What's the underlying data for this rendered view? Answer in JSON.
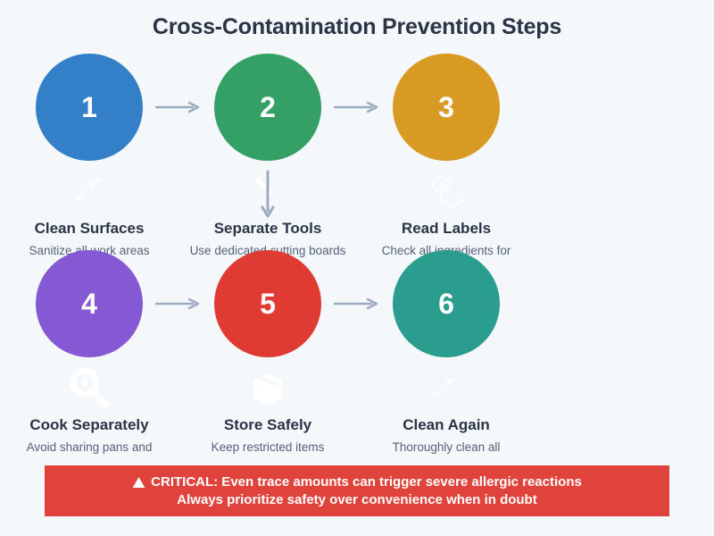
{
  "page": {
    "title": "Cross-Contamination Prevention Steps",
    "background_color": "#f4f8fb",
    "title_color": "#2b3445"
  },
  "steps": [
    {
      "number": "1",
      "title": "Clean Surfaces",
      "description": "Sanitize all work areas",
      "color": "#3480c8",
      "icon": "sparkle-icon"
    },
    {
      "number": "2",
      "title": "Separate Tools",
      "description": "Use dedicated cutting boards",
      "color": "#35a065",
      "icon": "knife-icon"
    },
    {
      "number": "3",
      "title": "Read Labels",
      "description": "Check all ingredients for",
      "color": "#d89a23",
      "icon": "magnifier-icon"
    },
    {
      "number": "4",
      "title": "Cook Separately",
      "description": "Avoid sharing pans and",
      "color": "#8659d4",
      "icon": "magnifier-icon"
    },
    {
      "number": "5",
      "title": "Store Safely",
      "description": "Keep restricted items",
      "color": "#e03b32",
      "icon": "box-icon"
    },
    {
      "number": "6",
      "title": "Clean Again",
      "description": "Thoroughly clean all",
      "color": "#2a9d8f",
      "icon": "sparkle-icon"
    }
  ],
  "connectors": {
    "color": "#9cabc0",
    "horizontal_1_label": "arrow-step-1-to-2",
    "horizontal_2_label": "arrow-step-2-to-3",
    "vertical_label": "arrow-step-2-down",
    "horizontal_3_label": "arrow-step-4-to-5",
    "horizontal_4_label": "arrow-step-5-to-6"
  },
  "banner": {
    "background_color": "#e0433c",
    "text_color": "#ffffff",
    "icon": "warning-triangle-icon",
    "line1": "CRITICAL: Even trace amounts can trigger severe allergic reactions",
    "line2": "Always prioritize safety over convenience when in doubt"
  }
}
